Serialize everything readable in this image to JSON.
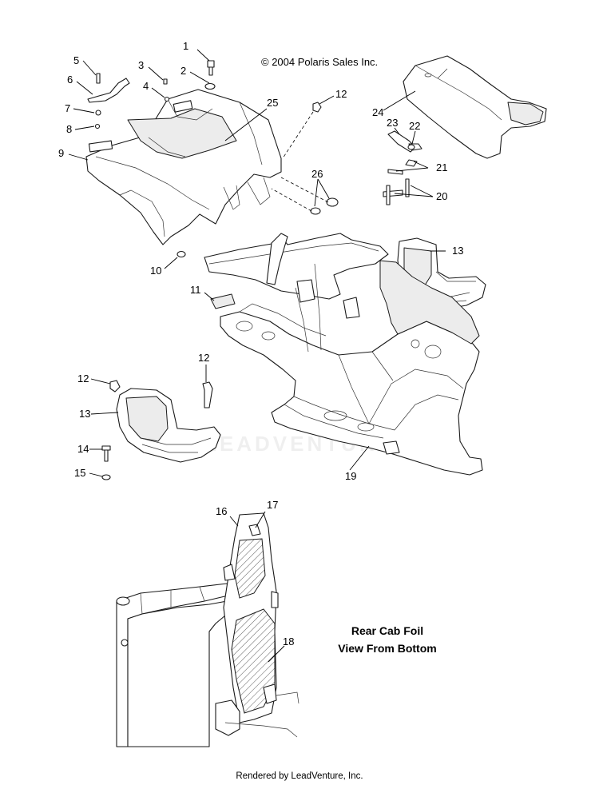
{
  "copyright": "© 2004 Polaris Sales Inc.",
  "view_title_line1": "Rear Cab Foil",
  "view_title_line2": "View From Bottom",
  "footer": "Rendered by LeadVenture, Inc.",
  "watermark": "LEADVENTURE",
  "callouts": [
    {
      "id": "c1",
      "label": "1"
    },
    {
      "id": "c2",
      "label": "2"
    },
    {
      "id": "c3",
      "label": "3"
    },
    {
      "id": "c4",
      "label": "4"
    },
    {
      "id": "c5",
      "label": "5"
    },
    {
      "id": "c6",
      "label": "6"
    },
    {
      "id": "c7",
      "label": "7"
    },
    {
      "id": "c8",
      "label": "8"
    },
    {
      "id": "c9",
      "label": "9"
    },
    {
      "id": "c10",
      "label": "10"
    },
    {
      "id": "c11",
      "label": "11"
    },
    {
      "id": "c12a",
      "label": "12"
    },
    {
      "id": "c12b",
      "label": "12"
    },
    {
      "id": "c12c",
      "label": "12"
    },
    {
      "id": "c13a",
      "label": "13"
    },
    {
      "id": "c13b",
      "label": "13"
    },
    {
      "id": "c14",
      "label": "14"
    },
    {
      "id": "c15",
      "label": "15"
    },
    {
      "id": "c16",
      "label": "16"
    },
    {
      "id": "c17",
      "label": "17"
    },
    {
      "id": "c18",
      "label": "18"
    },
    {
      "id": "c19",
      "label": "19"
    },
    {
      "id": "c20",
      "label": "20"
    },
    {
      "id": "c21",
      "label": "21"
    },
    {
      "id": "c22",
      "label": "22"
    },
    {
      "id": "c23",
      "label": "23"
    },
    {
      "id": "c24",
      "label": "24"
    },
    {
      "id": "c25",
      "label": "25"
    },
    {
      "id": "c26",
      "label": "26"
    }
  ]
}
